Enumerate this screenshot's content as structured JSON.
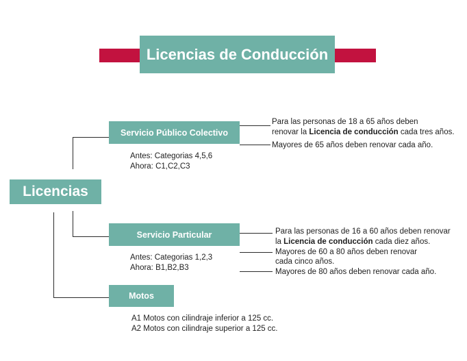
{
  "title": "Licencias de Conducción",
  "root": "Licencias",
  "colors": {
    "accent_red": "#c2123f",
    "box_teal": "#6fb1a6",
    "lines": "#2a2a2a"
  },
  "nodes": {
    "publico": {
      "label": "Servicio Público Colectivo",
      "antes": "Antes: Categorias 4,5,6",
      "ahora": "Ahora: C1,C2,C3",
      "notes": [
        {
          "l1": "Para las personas de 18 a 65 años deben",
          "l2_pre": "renovar la ",
          "l2_bold": "Licencia de conducción",
          "l2_post": " cada tres años."
        },
        {
          "text": "Mayores de 65 años deben renovar cada año."
        }
      ]
    },
    "particular": {
      "label": "Servicio Particular",
      "antes": "Antes: Categorias 1,2,3",
      "ahora": "Ahora: B1,B2,B3",
      "notes": [
        {
          "l1": "Para las personas de 16 a 60 años deben renovar",
          "l2_pre": "la ",
          "l2_bold": "Licencia de conducción",
          "l2_post": " cada diez años."
        },
        {
          "l1": "Mayores de 60 a 80 años deben renovar",
          "l2": "cada cinco años."
        },
        {
          "text": "Mayores de 80 años deben renovar cada año."
        }
      ]
    },
    "motos": {
      "label": "Motos",
      "a1": "A1 Motos con cilindraje inferior a 125 cc.",
      "a2": "A2 Motos con cilindraje superior a 125 cc."
    }
  }
}
